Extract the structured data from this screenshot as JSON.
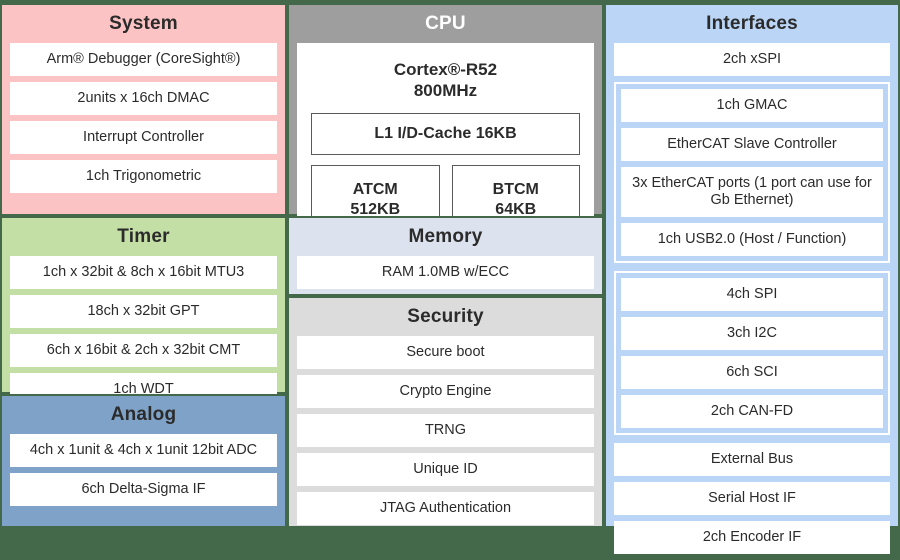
{
  "blocks": {
    "system": {
      "title": "System",
      "items": [
        "Arm® Debugger (CoreSight®)",
        "2units x 16ch DMAC",
        "Interrupt Controller",
        "1ch Trigonometric"
      ],
      "color": "#fbc3c3"
    },
    "timer": {
      "title": "Timer",
      "items": [
        "1ch x 32bit & 8ch x 16bit MTU3",
        "18ch x 32bit GPT",
        "6ch x 16bit & 2ch x 32bit CMT",
        "1ch WDT"
      ],
      "color": "#c3dfa5"
    },
    "analog": {
      "title": "Analog",
      "items": [
        "4ch x 1unit & 4ch x 1unit 12bit ADC",
        "6ch Delta-Sigma IF"
      ],
      "color": "#7fa3c8"
    },
    "cpu": {
      "title": "CPU",
      "core_name": "Cortex®-R52",
      "core_freq": "800MHz",
      "cache": "L1 I/D-Cache 16KB",
      "tcm": [
        {
          "name": "ATCM",
          "size": "512KB"
        },
        {
          "name": "BTCM",
          "size": "64KB"
        }
      ],
      "color": "#9e9e9e"
    },
    "memory": {
      "title": "Memory",
      "items": [
        "RAM 1.0MB w/ECC"
      ],
      "color": "#dce3ee"
    },
    "security": {
      "title": "Security",
      "items": [
        "Secure boot",
        "Crypto Engine",
        "TRNG",
        "Unique ID",
        "JTAG Authentication"
      ],
      "color": "#dcdcdc"
    },
    "interfaces": {
      "title": "Interfaces",
      "color": "#bad5f5",
      "top_items": [
        "2ch xSPI"
      ],
      "group_network": [
        {
          "label": "1ch GMAC",
          "note": ""
        },
        {
          "label": "EtherCAT Slave Controller",
          "note": ""
        },
        {
          "label": "3x EtherCAT ports",
          "note": "(1 port can use for Gb Ethernet)"
        },
        {
          "label": "1ch USB2.0 (Host / Function)",
          "note": ""
        }
      ],
      "group_serial": [
        "4ch SPI",
        "3ch I2C",
        "6ch SCI",
        "2ch CAN-FD"
      ],
      "bottom_items": [
        "External Bus",
        "Serial Host IF",
        "2ch Encoder IF"
      ]
    }
  },
  "theme": {
    "divider": "#44684a",
    "item_bg": "#ffffff",
    "text": "#2b2b2b"
  }
}
